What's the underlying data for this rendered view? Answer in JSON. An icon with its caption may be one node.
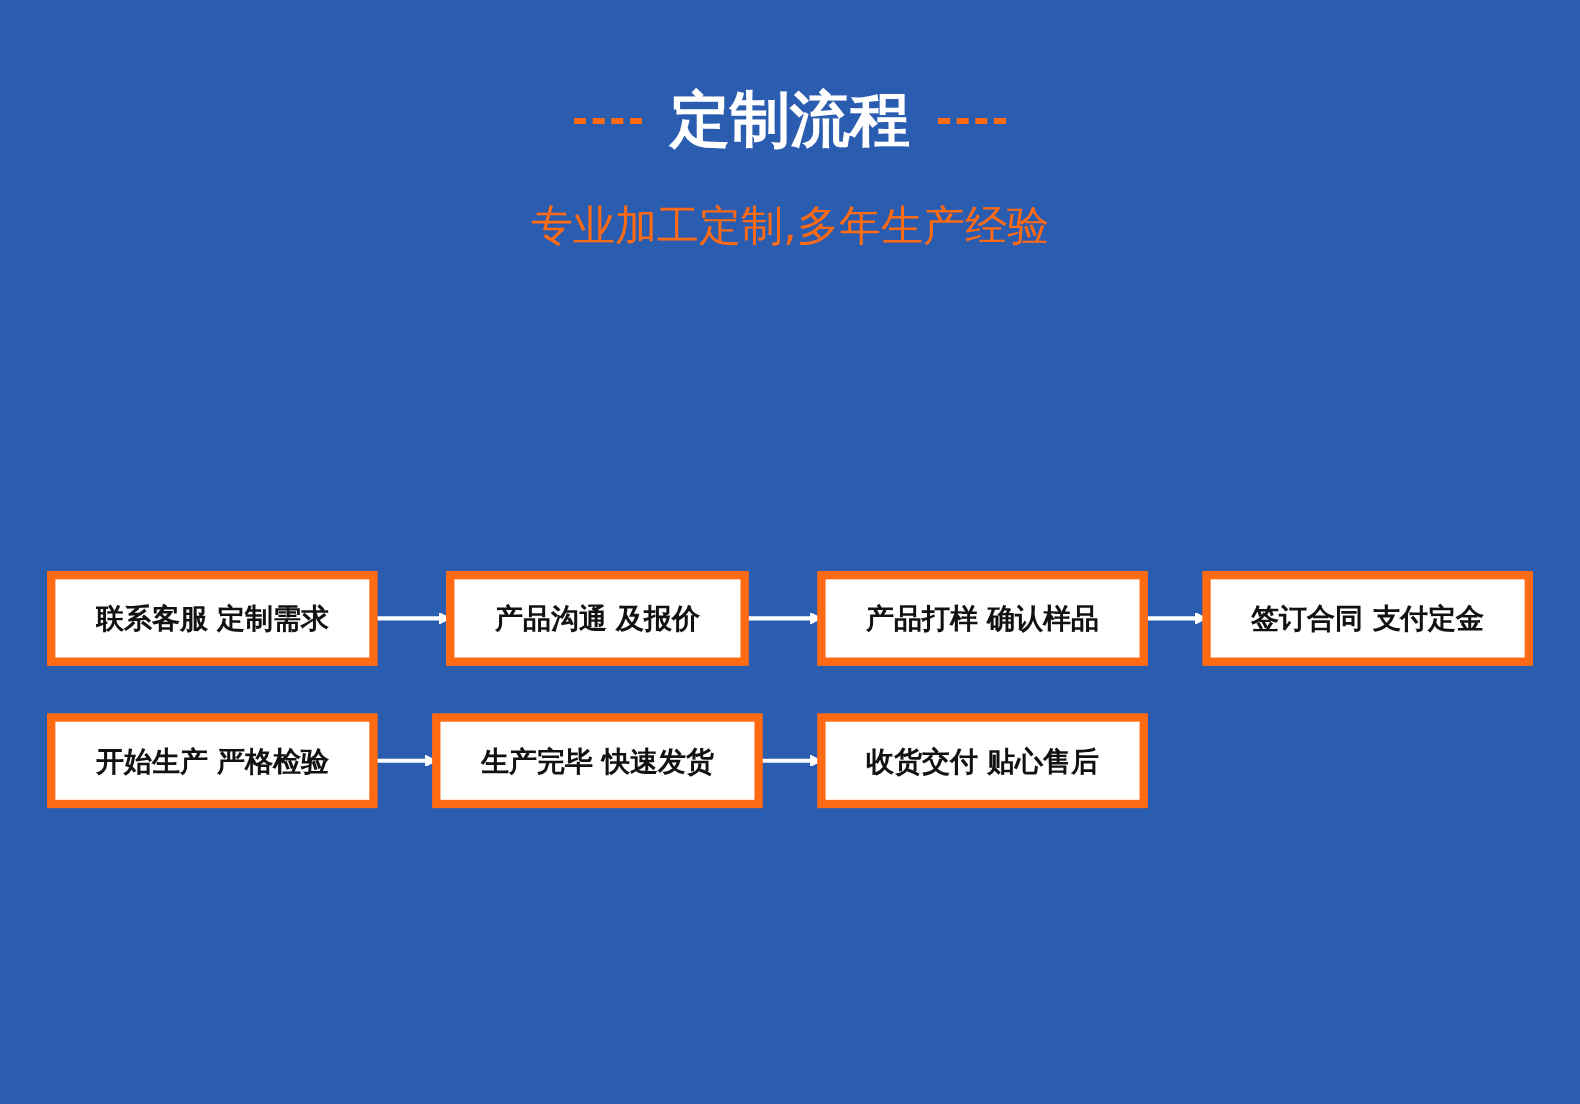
{
  "diagram": {
    "title": "定制流程",
    "nodes": [
      {
        "text": [
          "联系客服 定制需求"
        ]
      },
      {
        "text": [
          "产品沟通 及报价"
        ]
      },
      {
        "text": [
          "产品打样 确认样品"
        ]
      },
      {
        "text": [
          "签订合同 支付定金"
        ]
      },
      {
        "text": [
          "开始生产 严格检验"
        ]
      },
      {
        "text": [
          "生产完毕 快速发货"
        ]
      },
      {
        "text": [
          "收货交付 贴心售后"
        ]
      }
    ],
    "edges": [
      {
        "from": 0,
        "to": 1,
        "arrow": "to"
      },
      {
        "from": 1,
        "to": 2,
        "arrow": "to"
      },
      {
        "from": 2,
        "to": 3,
        "arrow": "to"
      },
      {
        "from": 4,
        "to": 5,
        "arrow": "to"
      },
      {
        "from": 5,
        "to": 6,
        "arrow": "to"
      }
    ],
    "labels": [
      "专业加工定制,多年生产经验"
    ]
  }
}
